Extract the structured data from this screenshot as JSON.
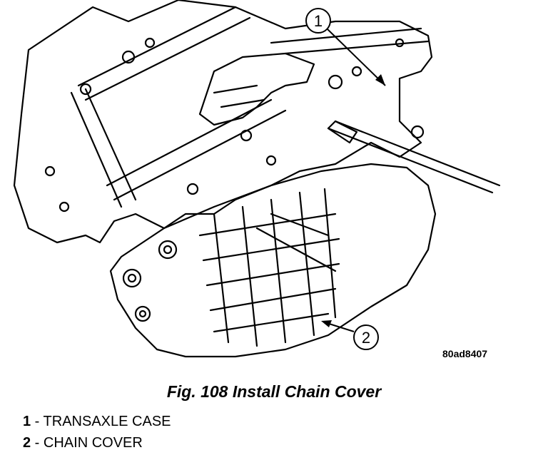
{
  "figure": {
    "reference_code": "80ad8407",
    "caption": "Fig. 108 Install Chain Cover"
  },
  "callouts": [
    {
      "number": "1",
      "label": "TRANSAXLE CASE"
    },
    {
      "number": "2",
      "label": "CHAIN COVER"
    }
  ],
  "legend_separator": " - "
}
